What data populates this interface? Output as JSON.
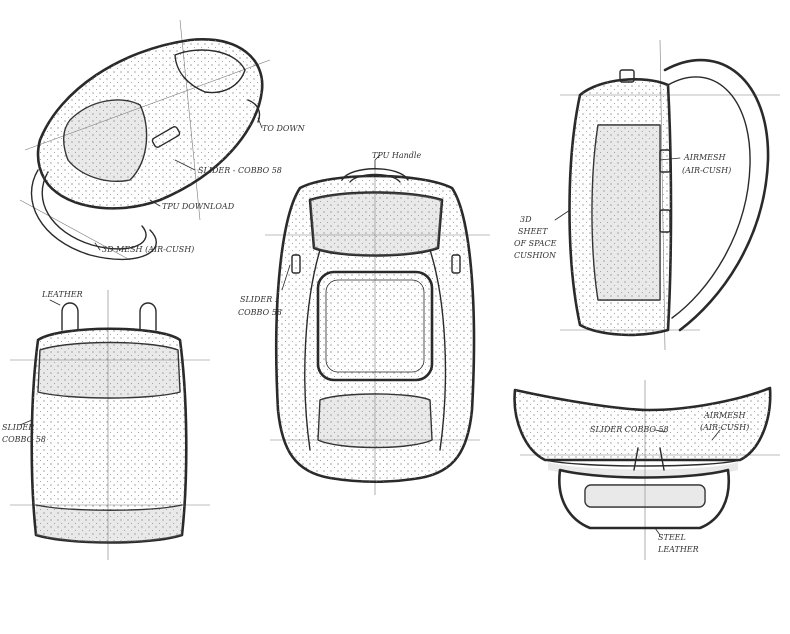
{
  "sheet": {
    "ink_color": "#2a2a2a",
    "paper_color": "#ffffff"
  },
  "sketches": {
    "top_view": {
      "callout_1": "TO DOWN",
      "callout_2": "SLIDER - COBBO 58",
      "callout_3": "TPU DOWNLOAD",
      "callout_4": "3D MESH (AIR-CUSH)"
    },
    "back_view": {
      "callout_top": "TPU Handle",
      "callout_side_1": "SLIDER :",
      "callout_side_2": "COBBO 58"
    },
    "side_view": {
      "callout_right_1": "AIRMESH",
      "callout_right_2": "(AIR-CUSH)",
      "callout_left_1": "3D",
      "callout_left_2": "SHEET",
      "callout_left_3": "OF SPACE",
      "callout_left_4": "CUSHION"
    },
    "front_view": {
      "callout_top": "LEATHER",
      "callout_left_1": "SLIDER",
      "callout_left_2": "COBBO 58"
    },
    "open_view": {
      "callout_mid": "SLIDER COBBO 58",
      "callout_right_1": "AIRMESH",
      "callout_right_2": "(AIR-CUSH)",
      "callout_bottom_1": "STEEL",
      "callout_bottom_2": "LEATHER"
    }
  }
}
